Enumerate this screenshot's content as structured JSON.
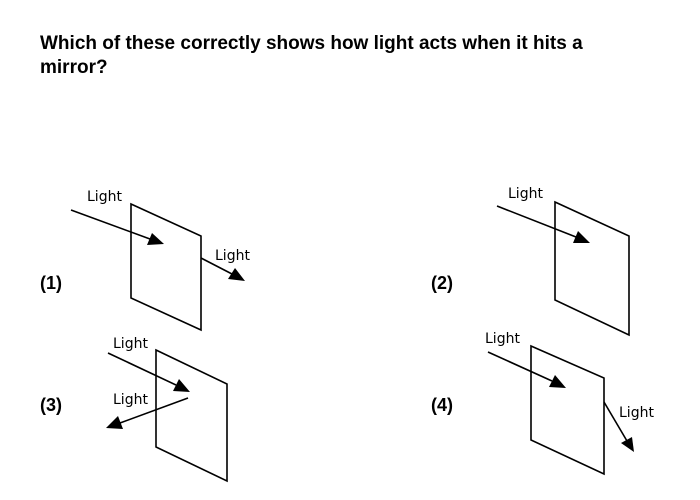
{
  "question": "Which of these correctly shows how light acts when it hits a mirror?",
  "options": [
    {
      "label": "(1)",
      "incoming_label": "Light",
      "outgoing_label": "Light"
    },
    {
      "label": "(2)",
      "incoming_label": "Light"
    },
    {
      "label": "(3)",
      "incoming_label": "Light",
      "outgoing_label": "Light"
    },
    {
      "label": "(4)",
      "incoming_label": "Light",
      "outgoing_label": "Light"
    }
  ]
}
